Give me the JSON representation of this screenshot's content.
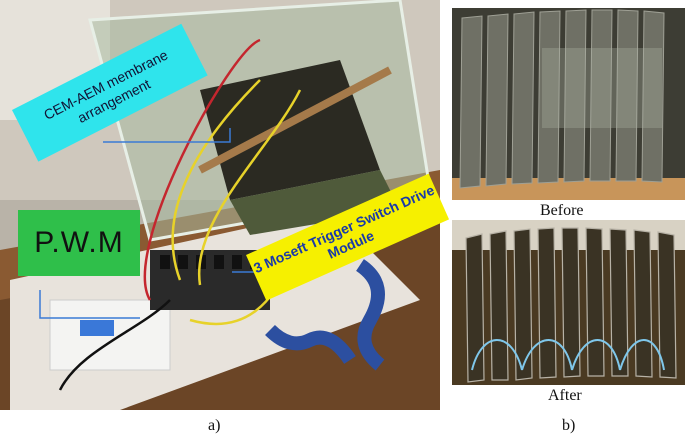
{
  "panel_a": {
    "callouts": {
      "membrane": "CEM-AEM membrane arrangement",
      "pwm": "P.W.M",
      "mosfet": "3 Moseft Trigger Switch Drive Module"
    },
    "caption": "a)"
  },
  "panel_b": {
    "top_label": "Before",
    "bottom_label": "After",
    "caption": "b)"
  },
  "colors": {
    "membrane_callout": "#2fe4ec",
    "pwm_callout": "#2fbf4a",
    "mosfet_callout": "#f6f000",
    "pointer_line": "#3a7bd5"
  }
}
